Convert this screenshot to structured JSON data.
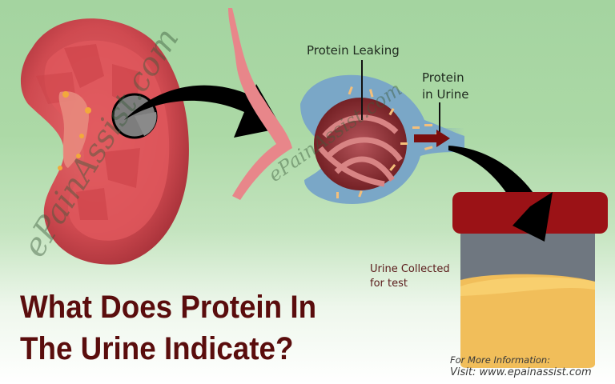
{
  "title": {
    "line1": "What Does Protein In",
    "line2": "The Urine Indicate?"
  },
  "labels": {
    "protein_leaking": "Protein Leaking",
    "protein_in_urine_line1": "Protein",
    "protein_in_urine_line2": "in Urine",
    "urine_collected_line1": "Urine Collected",
    "urine_collected_line2": "for test"
  },
  "footer": {
    "more_info": "For More Information:",
    "visit": "Visit: www.epainassist.com"
  },
  "watermarks": {
    "kidney": "ePainAssist.com",
    "glomerulus": "ePainAssist.com"
  },
  "illustrations": {
    "kidney": "kidney-cross-section",
    "glomerulus": "glomerulus-bowmans-capsule",
    "container": "urine-sample-container"
  },
  "colors": {
    "title": "#5a0d0d",
    "kidney": "#c9434a",
    "capsule": "#7aa7c7",
    "lid": "#9b1216",
    "jar": "#6f7780",
    "urine": "#f1be5a",
    "arrow": "#000000",
    "small_arrow": "#7a0e0e"
  }
}
